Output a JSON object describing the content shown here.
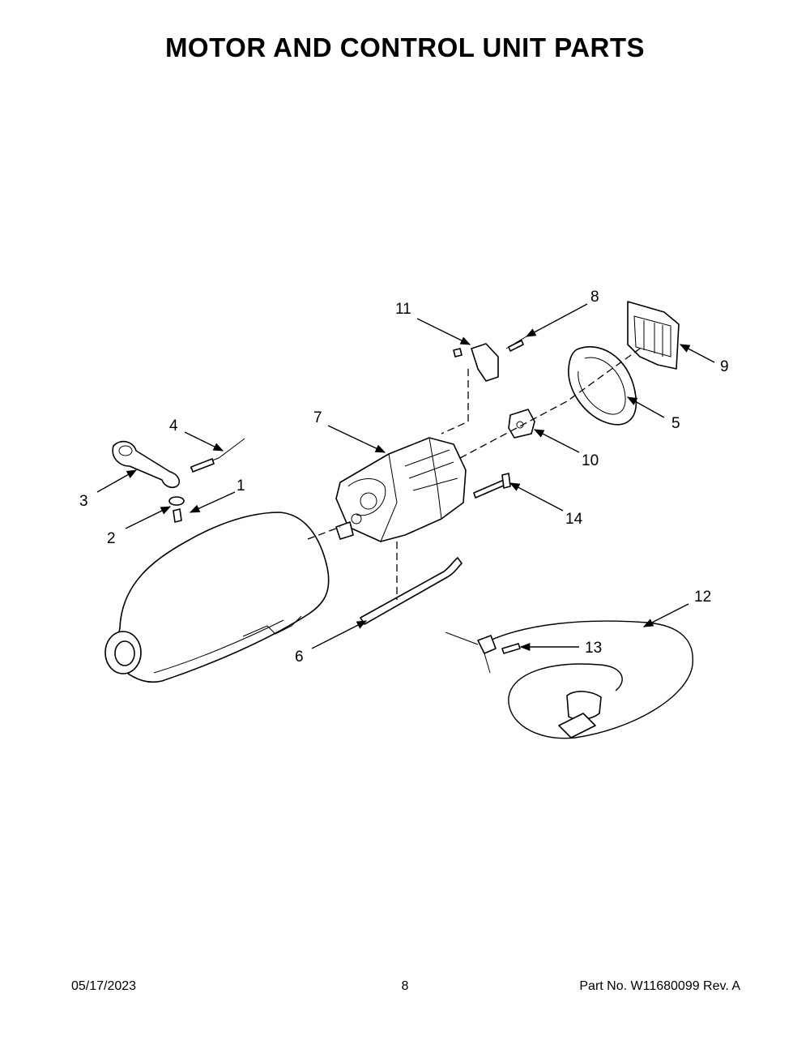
{
  "title": "MOTOR AND CONTROL UNIT PARTS",
  "footer": {
    "date": "05/17/2023",
    "page": "8",
    "part_no": "Part No.  W11680099  Rev.  A"
  },
  "callouts": {
    "c1": "1",
    "c2": "2",
    "c3": "3",
    "c4": "4",
    "c5": "5",
    "c6": "6",
    "c7": "7",
    "c8": "8",
    "c9": "9",
    "c10": "10",
    "c11": "11",
    "c12": "12",
    "c13": "13",
    "c14": "14"
  }
}
